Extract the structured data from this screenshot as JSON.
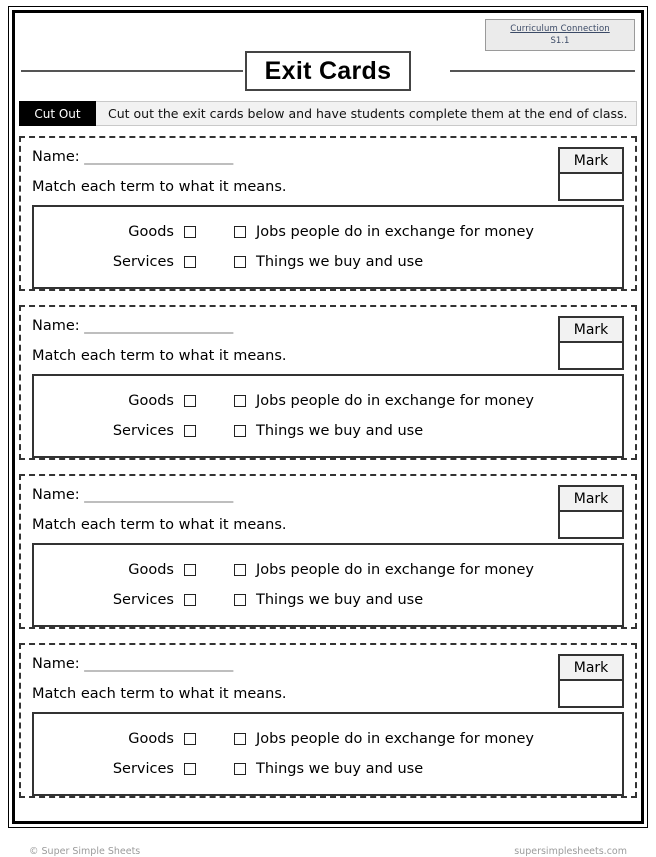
{
  "badge": {
    "title": "Curriculum Connection",
    "code": "S1.1"
  },
  "header": {
    "title": "Exit Cards"
  },
  "instruction": {
    "tag": "Cut Out",
    "text": "Cut out the exit cards below and have students complete them at the end of class."
  },
  "card": {
    "name_label": "Name:",
    "name_blank": "______________________",
    "prompt": "Match each term to what it means.",
    "mark_label": "Mark",
    "mark_value": "",
    "rows": [
      {
        "term": "Goods",
        "definition": "Jobs people do in exchange for money"
      },
      {
        "term": "Services",
        "definition": "Things we buy and use"
      }
    ]
  },
  "cards": [
    {
      "index": 1
    },
    {
      "index": 2
    },
    {
      "index": 3
    },
    {
      "index": 4
    }
  ],
  "footer": {
    "copyright": "© Super Simple Sheets",
    "website": "supersimplesheets.com"
  }
}
